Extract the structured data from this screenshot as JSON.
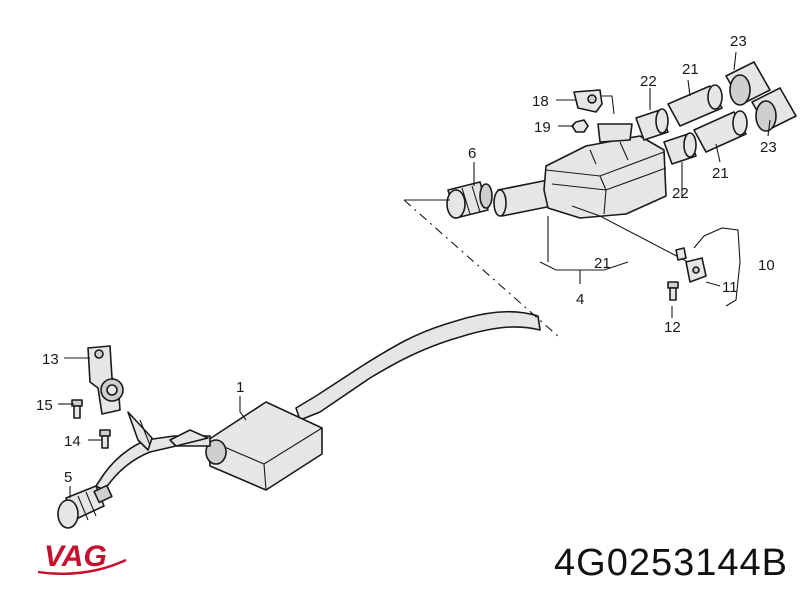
{
  "diagram": {
    "callouts": {
      "c1": "1",
      "c4": "4",
      "c5": "5",
      "c6": "6",
      "c10": "10",
      "c11": "11",
      "c12": "12",
      "c13": "13",
      "c14": "14",
      "c15": "15",
      "c18": "18",
      "c19": "19",
      "c21a": "21",
      "c21b": "21",
      "c21c": "21",
      "c22a": "22",
      "c22b": "22",
      "c23a": "23",
      "c23b": "23"
    },
    "brand": "VAG",
    "part_number": "4G0253144B",
    "colors": {
      "brand": "#c8102e",
      "line": "#1a1a1a"
    }
  }
}
